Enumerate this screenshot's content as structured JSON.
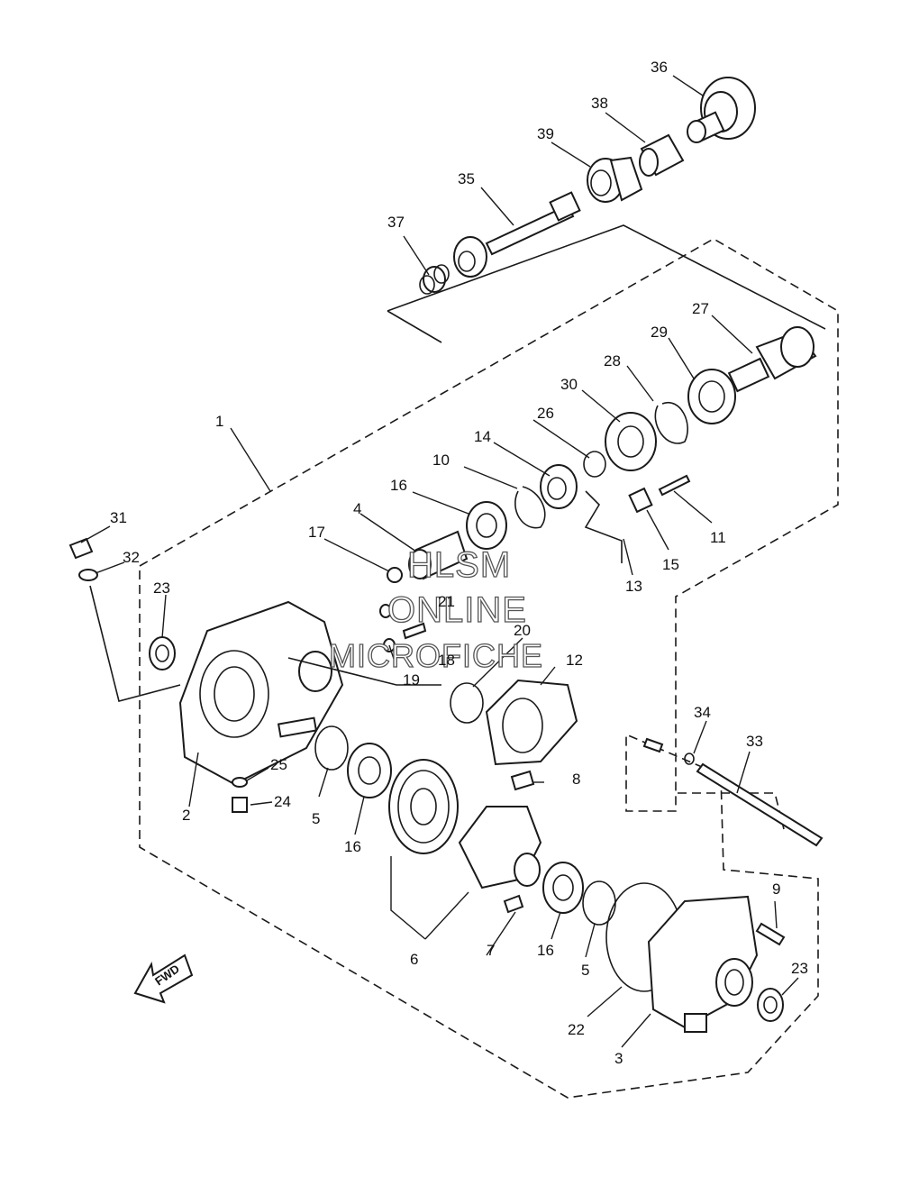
{
  "labels": {
    "p1": "1",
    "p2": "2",
    "p3": "3",
    "p4": "4",
    "p5a": "5",
    "p5b": "5",
    "p6": "6",
    "p7": "7",
    "p8": "8",
    "p9": "9",
    "p10": "10",
    "p11": "11",
    "p12": "12",
    "p13": "13",
    "p14": "14",
    "p15": "15",
    "p16a": "16",
    "p16b": "16",
    "p16c": "16",
    "p17": "17",
    "p18": "18",
    "p19": "19",
    "p20": "20",
    "p21": "21",
    "p22": "22",
    "p23a": "23",
    "p23b": "23",
    "p24": "24",
    "p25": "25",
    "p26": "26",
    "p27": "27",
    "p28": "28",
    "p29": "29",
    "p30": "30",
    "p31": "31",
    "p32": "32",
    "p33": "33",
    "p34": "34",
    "p35": "35",
    "p36": "36",
    "p37": "37",
    "p38": "38",
    "p39": "39"
  },
  "watermark": {
    "line1": "HLSM",
    "line2": "ONLINE",
    "line3": "MICROFICHE"
  },
  "fwd_label": "FWD"
}
